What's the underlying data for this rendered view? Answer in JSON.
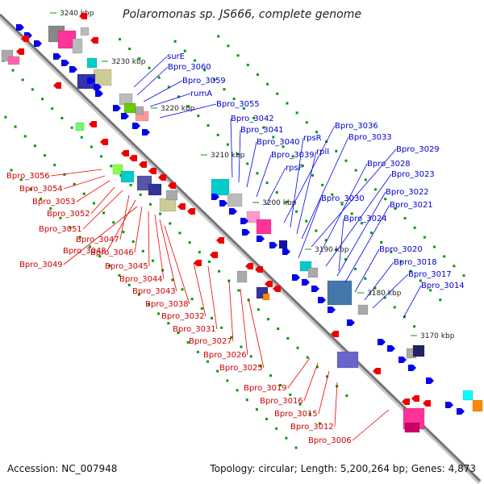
{
  "title": "Polaromonas sp. JS666, complete genome",
  "accession": "Accession: NC_007948",
  "summary": "Topology: circular; Length: 5,200,264 bp; Genes: 4,873",
  "colors": {
    "forward_strand": "#0000ee",
    "reverse_strand": "#ee0000",
    "backbone": "#777777",
    "gc_dots": "#009900"
  },
  "kbp_ticks": [
    "3240 kbp",
    "3230 kbp",
    "3220 kbp",
    "3210 kbp",
    "3200 kbp",
    "3190 kbp",
    "3180 kbp",
    "3170 kbp"
  ],
  "forward_genes": [
    "surE",
    "Bpro_3060",
    "Bpro_3059",
    "rumA",
    "Bpro_3055",
    "Bpro_3042",
    "Bpro_3041",
    "Bpro_3040",
    "Bpro_3039",
    "rpsF",
    "Bpro_3036",
    "rpsR",
    "rplI",
    "Bpro_3033",
    "Bpro_3029",
    "Bpro_3028",
    "Bpro_3030",
    "Bpro_3023",
    "Bpro_3022",
    "Bpro_3021",
    "Bpro_3024",
    "Bpro_3020",
    "Bpro_3018",
    "Bpro_3017",
    "Bpro_3014"
  ],
  "reverse_genes": [
    "Bpro_3056",
    "Bpro_3054",
    "Bpro_3053",
    "Bpro_3052",
    "Bpro_3051",
    "Bpro_3047",
    "Bpro_3048",
    "Bpro_3049",
    "Bpro_3046",
    "Bpro_3045",
    "Bpro_3044",
    "Bpro_3043",
    "Bpro_3038",
    "Bpro_3032",
    "Bpro_3031",
    "Bpro_3027",
    "Bpro_3026",
    "Bpro_3025",
    "Bpro_3019",
    "Bpro_3016",
    "Bpro_3015",
    "Bpro_3012",
    "Bpro_3006"
  ]
}
